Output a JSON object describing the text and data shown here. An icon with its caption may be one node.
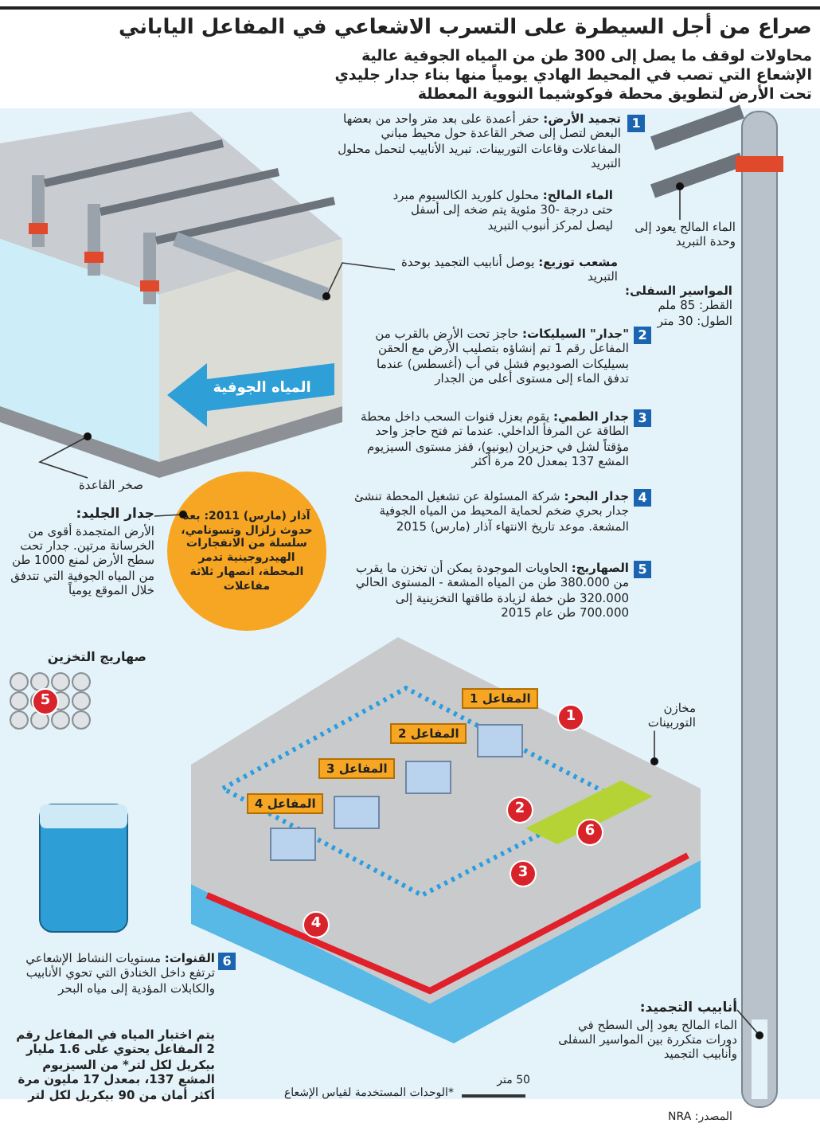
{
  "diagram": {
    "title": "صراع من أجل السيطرة على التسرب الاشعاعي في المفاعل الياباني",
    "nodes": [
      {
        "text": [
          "صخر القاعدة"
        ]
      },
      {
        "text": [
          "جدار الجليد:",
          "الأرض المتجمدة أقوى من الخرسانة مرتين. جدار تحت سطح الأرض لمنع 1000 طن من المياه الجوفية التي تتدفق خلال الموقع يومياً"
        ]
      },
      {
        "text": [
          "**مشعب توزيع:** يوصل أنابيب التجميد بوحدة التبريد"
        ]
      },
      {
        "text": [
          "الماء المالح يعود إلى وحدة التبريد"
        ]
      },
      {
        "text": [
          "آذار (مارس) 2011: بعد حدوث زلزال وتسونامي، سلسلة من الانفجارات الهيدروجينية تدمر المحطة، انصهار ثلاثة مفاعلات"
        ]
      },
      {
        "text": [
          "المفاعل 1"
        ]
      },
      {
        "text": [
          "المفاعل 2"
        ]
      },
      {
        "text": [
          "المفاعل 3"
        ]
      },
      {
        "text": [
          "المفاعل 4"
        ]
      },
      {
        "text": [
          "مخازن التوربينات"
        ]
      },
      {
        "text": [
          "أنابيب التجميد:",
          "الماء المالح يعود إلى السطح في دورات متكررة بين المواسير السفلى وأنابيب التجميد"
        ]
      }
    ],
    "edges": [
      {
        "from": 0,
        "to": null,
        "arrow": "other"
      },
      {
        "from": 1,
        "to": null,
        "arrow": "other"
      },
      {
        "from": 2,
        "to": null,
        "arrow": "other"
      },
      {
        "from": 3,
        "to": null,
        "arrow": "other"
      },
      {
        "from": 9,
        "to": null,
        "arrow": "other"
      },
      {
        "from": 10,
        "to": null,
        "arrow": "other"
      }
    ],
    "labels": [
      "محاولات لوقف ما يصل إلى 300 طن من المياه الجوفية عالية الإشعاع التي تصب في المحيط الهادي يومياً منها بناء جدار جليدي تحت الأرض لتطويق محطة فوكوشيما النووية المعطلة",
      "1",
      "**تجميد الأرض:** حفر أعمدة على بعد متر واحد من بعضها البعض لتصل إلى صخر القاعدة حول محيط مباني المفاعلات وقاعات التوربينات. تبريد الأنابيب لتحمل محلول التبريد",
      "**الماء المالح:** محلول كلوريد الكالسيوم مبرد حتى درجة -30 مئوية يتم ضخه إلى أسفل ليصل لمركز أنبوب التبريد",
      "**المواسير السفلى:** القطر: 85 ملم الطول: 30 متر",
      "2",
      "**\"جدار\" السيليكات:** حاجز تحت الأرض بالقرب من المفاعل رقم 1 تم إنشاؤه بتصليب الأرض مع الحقن بسيليكات الصوديوم فشل في أب (أغسطس) عندما تدفق الماء إلى مستوى أعلى من الجدار",
      "المياه الجوفية",
      "3",
      "**جدار الطمي:** يقوم بعزل قنوات السحب داخل محطة الطاقة عن المرفأ الداخلي. عندما تم فتح حاجز واحد مؤقتاً لشل في حزيران (يونيو)، قفز مستوى السيزيوم المشع 137 بمعدل 20 مرة أكثر",
      "4",
      "**جدار البحر:** شركة المسئولة عن تشغيل المحطة تنشئ جدار بحري ضخم لحماية المحيط من المياه الجوفية المشعة. موعد تاريخ الانتهاء آذار (مارس) 2015",
      "5",
      "**الصهاريج:** الحاويات الموجودة يمكن أن تخزن ما يقرب من 380.000 طن من المياه المشعة - المستوى الحالي 320.000 طن خطة لزيادة طاقتها التخزينية إلى 700.000 طن عام 2015",
      "صهاريج التخزين",
      "1",
      "5",
      "2",
      "6",
      "3",
      "6",
      "**القنوات:** مستويات النشاط الإشعاعي ترتفع داخل الخنادق التي تحوي الأنابيب والكابلات المؤدية إلى مياه البحر",
      "يتم اختبار المياه في المفاعل رقم 2 المفاعل يحتوي على 1.6 مليار بيكريل لكل لتر* من السيزيوم المشع 137، بمعدل 17 مليون مرة أكثر أمان من 90 بيكريل لكل لتر",
      "4",
      "*الوحدات المستخدمة لقياس الإشعاع",
      "50 متر",
      "المصدر: NRA"
    ]
  }
}
